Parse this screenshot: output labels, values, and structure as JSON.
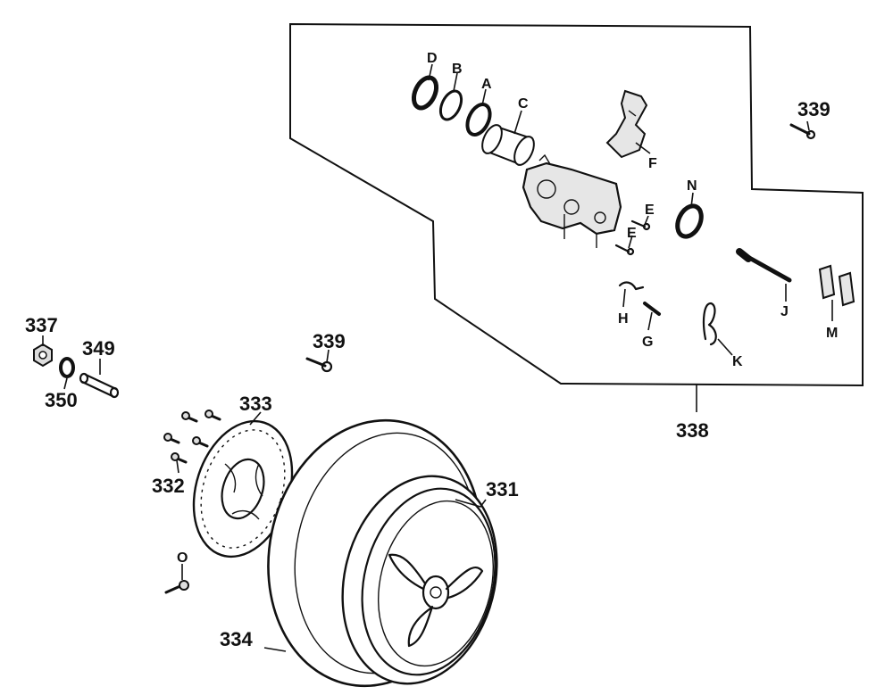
{
  "labels": {
    "p331": "331",
    "p332": "332",
    "p333": "333",
    "p334": "334",
    "p337": "337",
    "p338": "338",
    "p339a": "339",
    "p339b": "339",
    "p349": "349",
    "p350": "350",
    "A": "A",
    "B": "B",
    "C": "C",
    "D": "D",
    "E1": "E",
    "E2": "E",
    "F": "F",
    "G": "G",
    "H": "H",
    "J": "J",
    "K": "K",
    "M": "M",
    "N": "N",
    "O": "O"
  }
}
